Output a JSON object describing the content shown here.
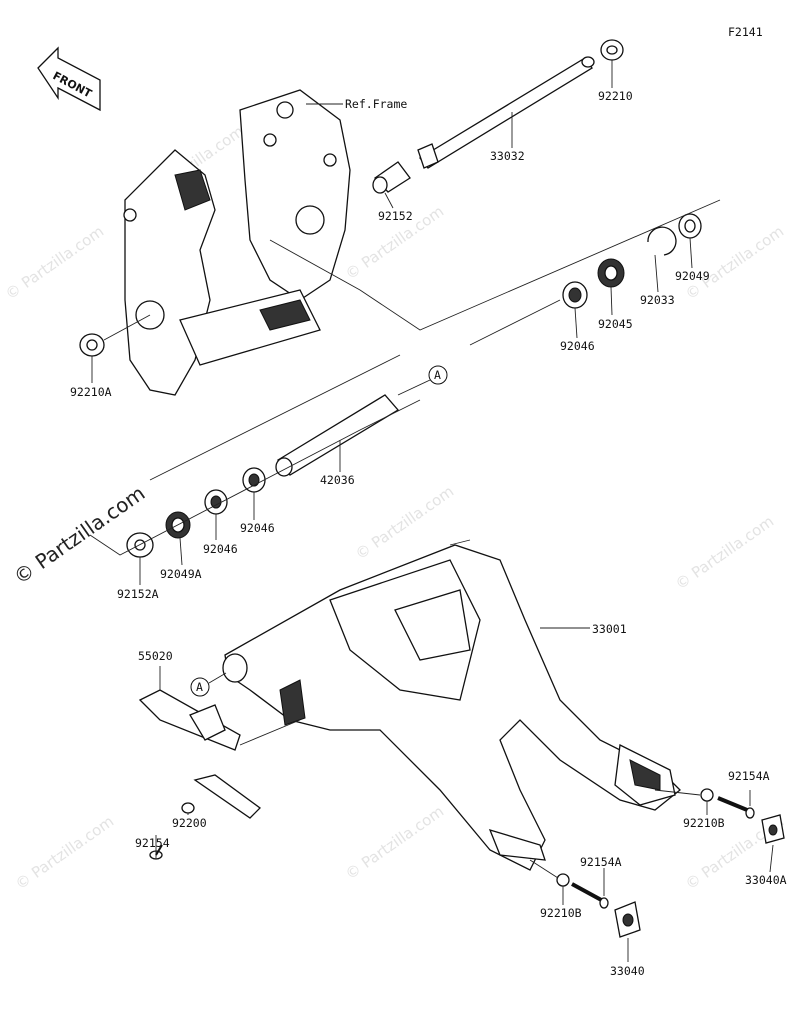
{
  "diagram": {
    "code": "F2141",
    "front_label": "FRONT",
    "ref_label": "Ref.Frame",
    "callout_letter": "A",
    "watermark": "© Partzilla.com",
    "parts": [
      {
        "id": "p92210",
        "label": "92210"
      },
      {
        "id": "p33032",
        "label": "33032"
      },
      {
        "id": "p92152",
        "label": "92152"
      },
      {
        "id": "p92049",
        "label": "92049"
      },
      {
        "id": "p92033",
        "label": "92033"
      },
      {
        "id": "p92045",
        "label": "92045"
      },
      {
        "id": "p92046a",
        "label": "92046"
      },
      {
        "id": "p92210A",
        "label": "92210A"
      },
      {
        "id": "p42036",
        "label": "42036"
      },
      {
        "id": "p92046b",
        "label": "92046"
      },
      {
        "id": "p92046c",
        "label": "92046"
      },
      {
        "id": "p92049A",
        "label": "92049A"
      },
      {
        "id": "p92152A",
        "label": "92152A"
      },
      {
        "id": "p33001",
        "label": "33001"
      },
      {
        "id": "p55020",
        "label": "55020"
      },
      {
        "id": "p92154A1",
        "label": "92154A"
      },
      {
        "id": "p92210B1",
        "label": "92210B"
      },
      {
        "id": "p33040A",
        "label": "33040A"
      },
      {
        "id": "p92200",
        "label": "92200"
      },
      {
        "id": "p92154",
        "label": "92154"
      },
      {
        "id": "p92154A2",
        "label": "92154A"
      },
      {
        "id": "p92210B2",
        "label": "92210B"
      },
      {
        "id": "p33040",
        "label": "33040"
      }
    ]
  }
}
